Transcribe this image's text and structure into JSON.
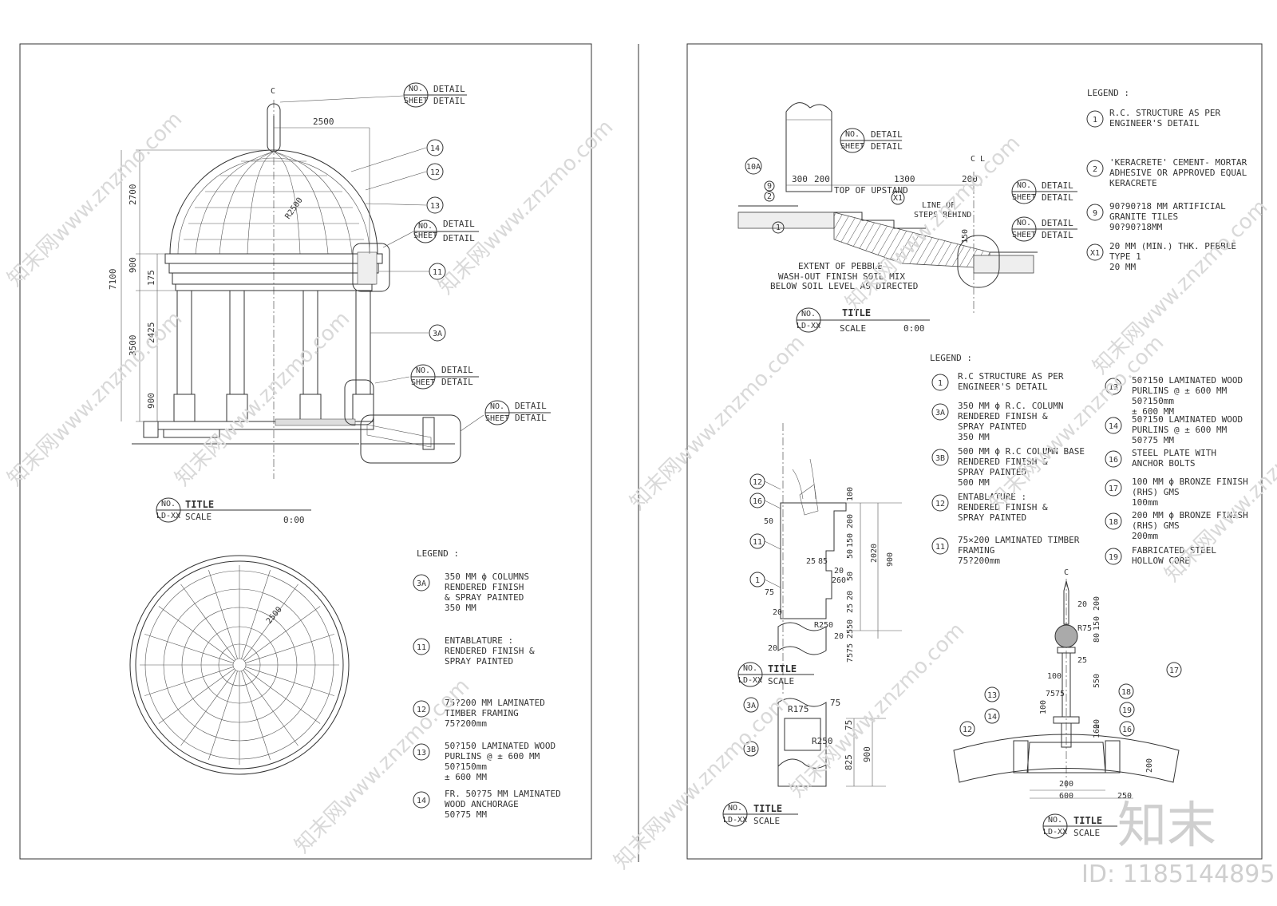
{
  "watermark": {
    "text": "知末网www.znzmo.com",
    "brand": "知末",
    "id": "ID: 1185144895"
  },
  "callout": {
    "no": "NO.",
    "sheet": "SHEET",
    "detail": "DETAIL"
  },
  "title_block": {
    "no": "NO.",
    "code": "LD-XX",
    "title": "TITLE",
    "scale": "SCALE",
    "scale_value": "0:00"
  },
  "gazebo_elevation": {
    "centerline": "C",
    "dims": {
      "width": "2500",
      "overall": "7100",
      "dome": "2700",
      "entab": "900",
      "entab_part": "175",
      "column": "3500",
      "shaft": "2425",
      "base": "900",
      "radius": "R2500"
    },
    "tags": [
      "14",
      "12",
      "13",
      "11",
      "3A"
    ]
  },
  "gazebo_plan": {
    "dim": "2500"
  },
  "legend_left": {
    "heading": "LEGEND :",
    "items": [
      {
        "tag": "3A",
        "lines": [
          "350 MM ϕ COLUMNS",
          "RENDERED FINISH",
          "& SPRAY PAINTED",
          "350 MM"
        ]
      },
      {
        "tag": "11",
        "lines": [
          "ENTABLATURE :",
          "RENDERED FINISH &",
          "SPRAY PAINTED"
        ]
      },
      {
        "tag": "12",
        "lines": [
          "75?200 MM LAMINATED",
          "TIMBER FRAMING",
          "75?200mm"
        ]
      },
      {
        "tag": "13",
        "lines": [
          "50?150 LAMINATED WOOD",
          "PURLINS @ ± 600 MM",
          "50?150mm",
          "  ± 600 MM"
        ]
      },
      {
        "tag": "14",
        "lines": [
          "FR. 50?75 MM LAMINATED",
          "WOOD ANCHORAGE",
          "50?75 MM"
        ]
      }
    ]
  },
  "step_section": {
    "dims": [
      "300",
      "200",
      "1300",
      "200",
      "150"
    ],
    "tags": [
      "10A",
      "9",
      "2",
      "1",
      "X1"
    ],
    "labels": {
      "top": "TOP OF UPSTAND",
      "steps": [
        "LINE OF",
        "STEPS BEHIND"
      ],
      "pebble": [
        "EXTENT OF PEBBLE",
        "WASH-OUT FINISH SOIL MIX",
        "BELOW SOIL LEVEL AS DIRECTED"
      ],
      "centerline": "C L"
    }
  },
  "legend_right_top": {
    "heading": "LEGEND :",
    "items": [
      {
        "tag": "1",
        "lines": [
          "R.C. STRUCTURE AS PER",
          "ENGINEER'S DETAIL"
        ]
      },
      {
        "tag": "2",
        "lines": [
          "'KERACRETE' CEMENT- MORTAR",
          "ADHESIVE OR APPROVED EQUAL",
          "KERACRETE"
        ]
      },
      {
        "tag": "9",
        "lines": [
          "90?90?18 MM ARTIFICIAL",
          "GRANITE TILES",
          "90?90?18MM"
        ]
      },
      {
        "tag": "X1",
        "lines": [
          "20 MM (MIN.) THK. PEBBLE",
          "TYPE 1",
          "20 MM"
        ]
      }
    ]
  },
  "legend_right_mid": {
    "heading": "LEGEND :",
    "col1": [
      {
        "tag": "1",
        "lines": [
          "R.C STRUCTURE AS PER",
          "ENGINEER'S DETAIL"
        ]
      },
      {
        "tag": "3A",
        "lines": [
          "350 MM ϕ R.C. COLUMN",
          "RENDERED FINISH &",
          "SPRAY PAINTED",
          "350 MM"
        ]
      },
      {
        "tag": "3B",
        "lines": [
          "500 MM ϕ R.C COLUMN BASE",
          "RENDERED FINISH &",
          "SPRAY PAINTED",
          "500 MM"
        ]
      },
      {
        "tag": "12",
        "lines": [
          "ENTABLATURE :",
          "RENDERED FINISH &",
          "SPRAY PAINTED"
        ]
      },
      {
        "tag": "11",
        "lines": [
          "75×200 LAMINATED TIMBER",
          "FRAMING",
          "75?200mm"
        ]
      }
    ],
    "col2": [
      {
        "tag": "13",
        "lines": [
          "50?150 LAMINATED WOOD",
          "PURLINS @ ± 600 MM",
          "50?150mm",
          "  ± 600 MM"
        ]
      },
      {
        "tag": "14",
        "lines": [
          "50?150 LAMINATED WOOD",
          "PURLINS @ ± 600 MM",
          "50?75 MM"
        ]
      },
      {
        "tag": "16",
        "lines": [
          "STEEL PLATE WITH",
          "ANCHOR BOLTS"
        ]
      },
      {
        "tag": "17",
        "lines": [
          "100 MM ϕ BRONZE FINISH",
          "(RHS) GMS",
          "100mm"
        ]
      },
      {
        "tag": "18",
        "lines": [
          "200 MM ϕ BRONZE FINISH",
          "(RHS) GMS",
          "200mm"
        ]
      },
      {
        "tag": "19",
        "lines": [
          "FABRICATED STEEL",
          "HOLLOW CORE"
        ]
      }
    ]
  },
  "entablature_section": {
    "tags": [
      "12",
      "16",
      "11",
      "1"
    ],
    "dims": [
      "50",
      "100",
      "200",
      "150",
      "50",
      "2020",
      "900",
      "25",
      "85",
      "20",
      "260",
      "50",
      "20",
      "25",
      "75",
      "50",
      "25",
      "20",
      "R250",
      "20",
      "20",
      "75",
      "75"
    ]
  },
  "column_section": {
    "tags": [
      "3A",
      "3B"
    ],
    "dims": [
      "R175",
      "75",
      "R250",
      "75",
      "825",
      "900"
    ]
  },
  "finial_section": {
    "centerline": "C",
    "tags": [
      "17",
      "13",
      "14",
      "12",
      "18",
      "19",
      "16"
    ],
    "dims": [
      "20",
      "200",
      "R75",
      "150",
      "80",
      "25",
      "100",
      "75",
      "75",
      "550",
      "100",
      "20",
      "160",
      "200",
      "200",
      "600",
      "250"
    ]
  }
}
